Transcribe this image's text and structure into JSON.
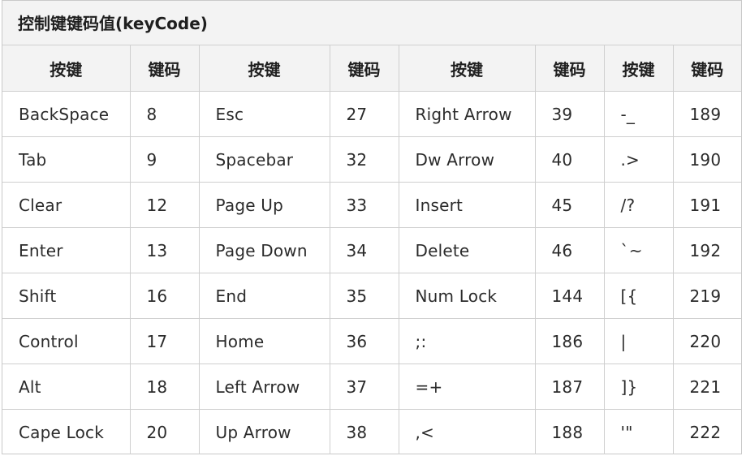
{
  "caption": "控制键键码值(keyCode)",
  "headers": [
    "按键",
    "键码",
    "按键",
    "键码",
    "按键",
    "键码",
    "按键",
    "键码"
  ],
  "rows": [
    [
      "BackSpace",
      "8",
      "Esc",
      "27",
      "Right Arrow",
      "39",
      "-_",
      "189"
    ],
    [
      "Tab",
      "9",
      "Spacebar",
      "32",
      "Dw Arrow",
      "40",
      ".>",
      "190"
    ],
    [
      "Clear",
      "12",
      "Page Up",
      "33",
      "Insert",
      "45",
      "/?",
      "191"
    ],
    [
      "Enter",
      "13",
      "Page Down",
      "34",
      "Delete",
      "46",
      "`~",
      "192"
    ],
    [
      "Shift",
      "16",
      "End",
      "35",
      "Num Lock",
      "144",
      "[{",
      "219"
    ],
    [
      "Control",
      "17",
      "Home",
      "36",
      ";:",
      "186",
      "|",
      "220"
    ],
    [
      "Alt",
      "18",
      "Left Arrow",
      "37",
      "=+",
      "187",
      "]}",
      "221"
    ],
    [
      "Cape Lock",
      "20",
      "Up Arrow",
      "38",
      ",<",
      "188",
      "'\"",
      "222"
    ]
  ]
}
